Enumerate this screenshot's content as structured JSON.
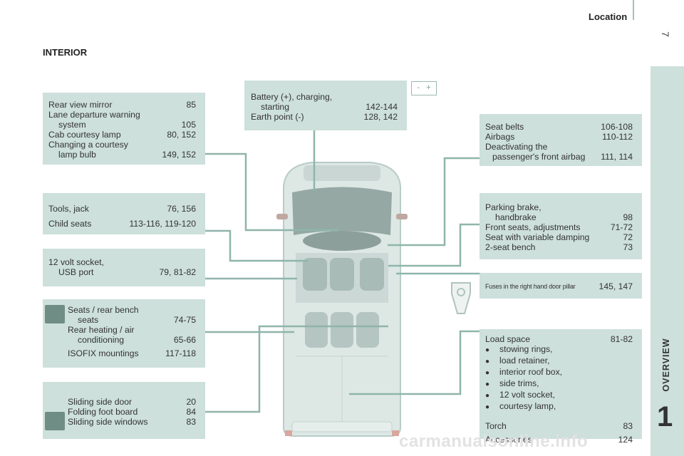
{
  "header": {
    "title": "Location",
    "page_number": "7"
  },
  "side_tab": {
    "label": "OVERVIEW",
    "chapter": "1"
  },
  "section": {
    "title": "INTERIOR"
  },
  "boxes": {
    "mirror": [
      {
        "label": "Rear view mirror",
        "pages": "85"
      },
      {
        "label": "Lane departure warning"
      },
      {
        "label": "system",
        "pages": "105"
      },
      {
        "label": "Cab courtesy lamp",
        "pages": "80, 152"
      },
      {
        "label": "Changing a courtesy"
      },
      {
        "label": "lamp bulb",
        "pages": "149, 152"
      }
    ],
    "tools": [
      {
        "label": "Tools, jack",
        "pages": "76, 156"
      },
      {
        "label": "Child seats",
        "pages": "113-116, 119-120"
      }
    ],
    "socket": [
      {
        "label": "12 volt socket,"
      },
      {
        "label": "USB port",
        "pages": "79, 81-82"
      }
    ],
    "seats": [
      {
        "label": "Seats / rear bench"
      },
      {
        "label": "seats",
        "pages": "74-75"
      },
      {
        "label": "Rear heating / air"
      },
      {
        "label": "conditioning",
        "pages": "65-66"
      },
      {
        "label": "ISOFIX mountings",
        "pages": "117-118"
      }
    ],
    "sliding": [
      {
        "label": "Sliding side door",
        "pages": "20"
      },
      {
        "label": "Folding foot board",
        "pages": "84"
      },
      {
        "label": "Sliding side windows",
        "pages": "83"
      }
    ],
    "battery": [
      {
        "label": "Battery (+), charging,"
      },
      {
        "label": "starting",
        "pages": "142-144"
      },
      {
        "label": "Earth point (-)",
        "pages": "128, 142"
      }
    ],
    "belts": [
      {
        "label": "Seat belts",
        "pages": "106-108"
      },
      {
        "label": "Airbags",
        "pages": "110-112"
      },
      {
        "label": "Deactivating the"
      },
      {
        "label": "passenger's front airbag",
        "pages": "111, 114"
      }
    ],
    "brake": [
      {
        "label": "Parking brake,"
      },
      {
        "label": "handbrake",
        "pages": "98"
      },
      {
        "label": "Front seats, adjustments",
        "pages": "71-72"
      },
      {
        "label": "Seat with variable damping",
        "pages": "72"
      },
      {
        "label": "2-seat bench",
        "pages": "73"
      }
    ],
    "fuses": {
      "label": "Fuses in the right hand door pillar",
      "pages": "145, 147"
    },
    "load": {
      "title": {
        "label": "Load space",
        "pages": "81-82"
      },
      "bullets": [
        "stowing rings,",
        "load retainer,",
        "interior roof box,",
        "side trims,",
        "12 volt socket,",
        "courtesy lamp,"
      ],
      "torch": {
        "label": "Torch",
        "pages": "83"
      },
      "accessories": {
        "label": "Accessories",
        "pages": "124"
      }
    }
  },
  "battery_icon": {
    "minus": "-",
    "plus": "+"
  },
  "footer": {
    "watermark": "carmanualsonline.info"
  },
  "colors": {
    "box_bg": "#cde0db",
    "leader_line": "#8fb5ab",
    "icon_bg": "#6f8d85"
  }
}
